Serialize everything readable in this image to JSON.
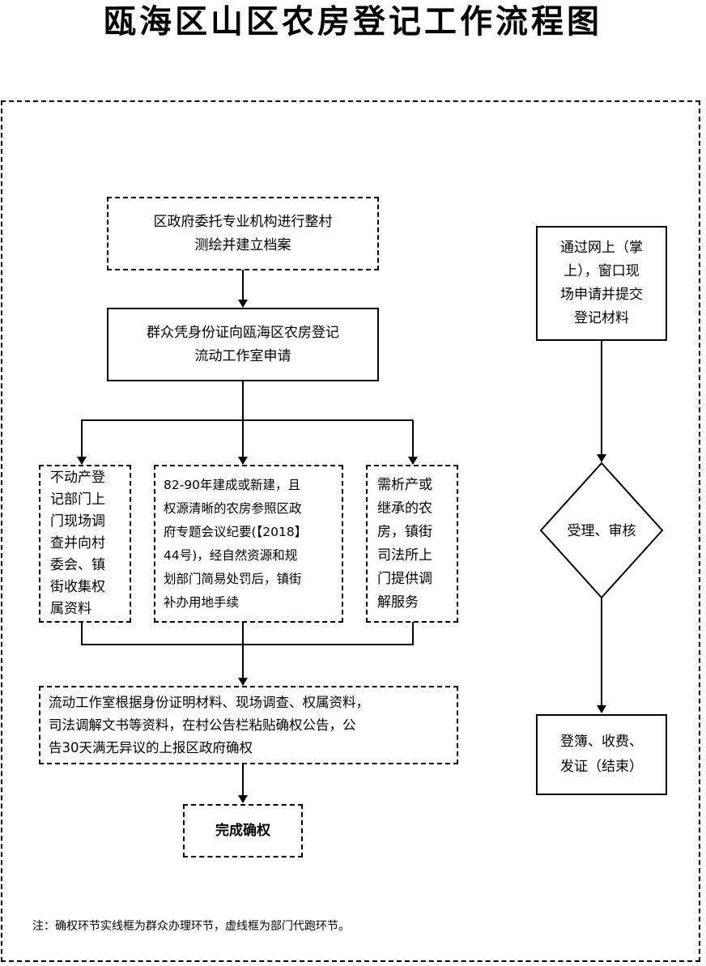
{
  "title": "瓯海区山区农房登记工作流程图",
  "boxes": {
    "survey": [
      "区政府委托专业机构进行整村",
      "测绘并建立档案"
    ],
    "apply": [
      "群众凭身份证向瓯海区农房登记",
      "流动工作室申请"
    ],
    "left_branch": [
      "不动产登",
      "记部门上",
      "门现场调",
      "查并向村",
      "委会、镇",
      "街收集权",
      "属资料"
    ],
    "middle_branch": [
      "82-90年建成或新建，且",
      "权源清晰的农房参照区政",
      "府专题会议纪要(【2018】",
      "44号)，经自然资源和规",
      "划部门简易处罚后，镇街",
      "补办用地手续"
    ],
    "right_branch": [
      "需析产或",
      "继承的农",
      "房，镇街",
      "司法所上",
      "门提供调",
      "解服务"
    ],
    "studio": [
      "流动工作室根据身份证明材料、现场调查、权属资料，",
      "司法调解文书等资料，在村公告栏粘贴确权公告，公",
      "告30天满无异议的上报区政府确权"
    ],
    "done": "完成确权",
    "online": [
      "通过网上（掌",
      "上），窗口现",
      "场申请并提交",
      "登记材料"
    ],
    "review": "受理、审核",
    "finish": [
      "登簿、收费、",
      "发证（结束）"
    ]
  },
  "note": "注：确权环节实线框为群众办理环节，虚线框为部门代跑环节。"
}
